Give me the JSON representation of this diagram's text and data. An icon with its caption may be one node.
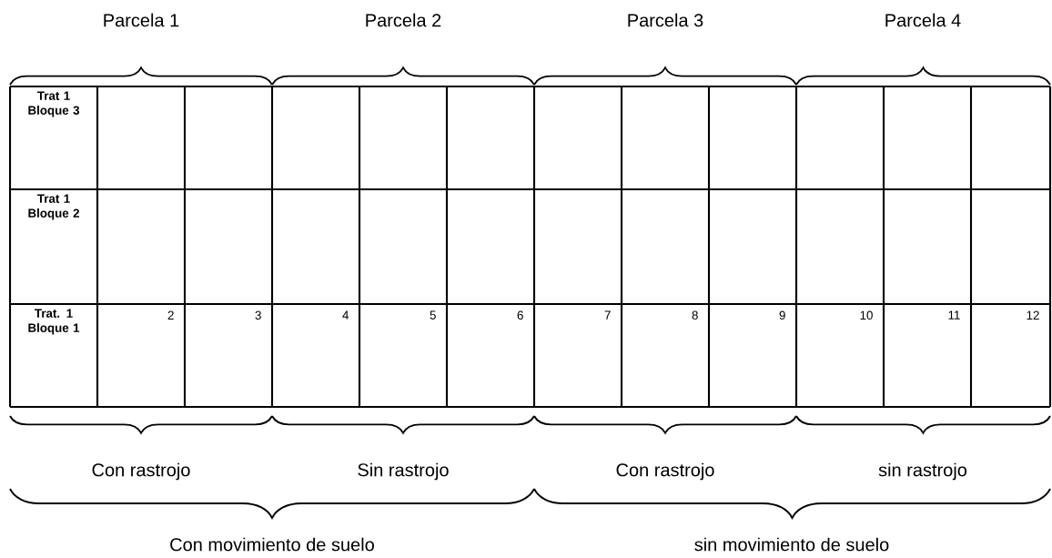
{
  "diagram": {
    "labels": [
      "Parcela 1",
      "Parcela 2",
      "Parcela 3",
      "Parcela 4",
      "Trat 1 Bloque 3",
      "Trat 1 Bloque 2",
      "Trat. 1 Bloque 1",
      "2",
      "3",
      "4",
      "5",
      "6",
      "7",
      "8",
      "9",
      "10",
      "11",
      "12",
      "Con rastrojo",
      "Sin rastrojo",
      "Con rastrojo",
      "sin rastrojo",
      "Con movimiento de suelo",
      "sin movimiento de suelo"
    ]
  }
}
